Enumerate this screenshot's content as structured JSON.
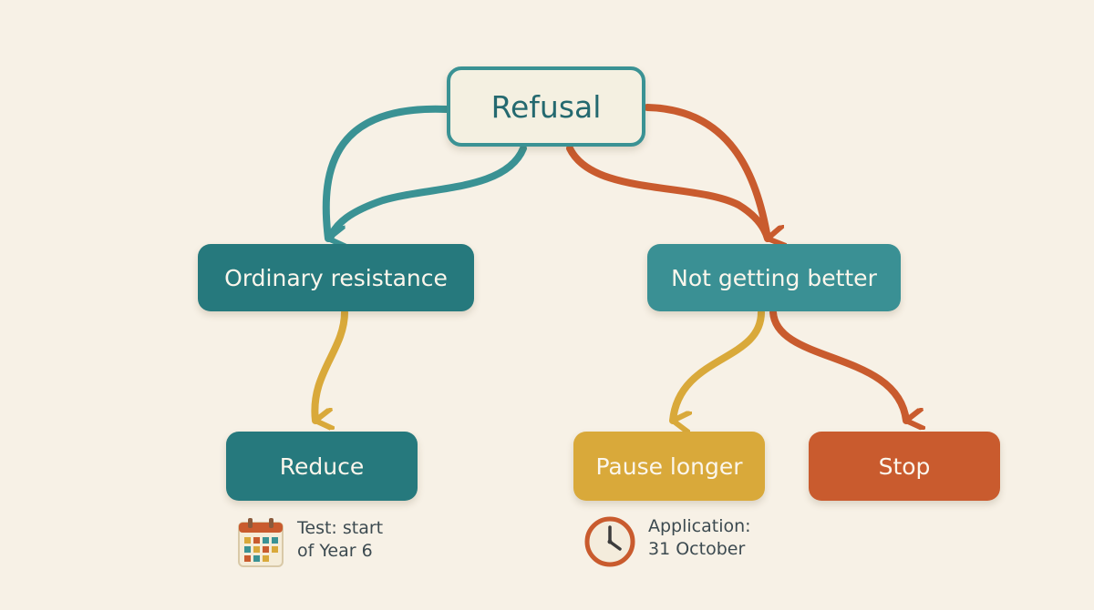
{
  "colors": {
    "background": "#f7f1e6",
    "teal": "#3a9294",
    "teal_dark": "#26797d",
    "gold": "#d9a93a",
    "rust": "#c95b2e"
  },
  "nodes": {
    "root": "Refusal",
    "ordinary_resistance": "Ordinary resistance",
    "not_getting_better": "Not getting better",
    "reduce": "Reduce",
    "pause_longer": "Pause longer",
    "stop": "Stop"
  },
  "annotations": {
    "test": {
      "icon": "calendar-icon",
      "line1": "Test: start",
      "line2": "of Year 6"
    },
    "application": {
      "icon": "clock-icon",
      "line1": "Application:",
      "line2": "31 October"
    }
  }
}
